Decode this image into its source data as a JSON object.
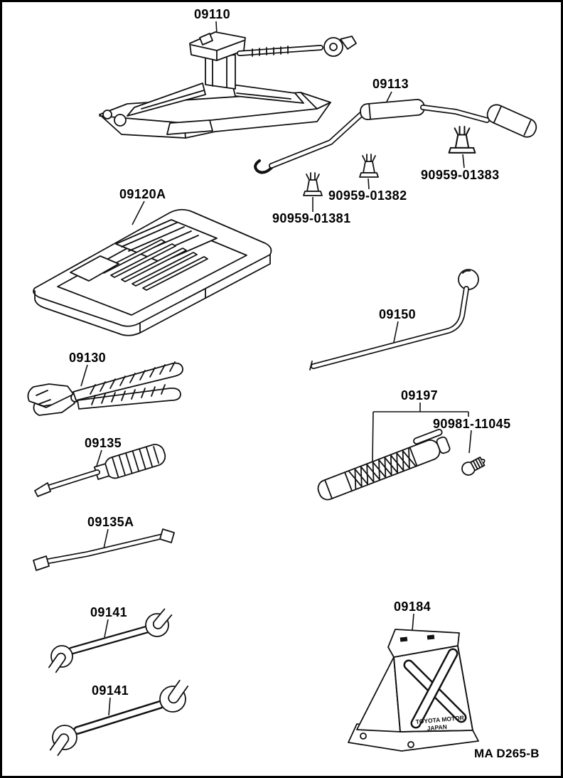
{
  "figure": {
    "drawing_code": "MA D265-B",
    "chock_text_line1": "TOYOTA MOTOR",
    "chock_text_line2": "JAPAN"
  },
  "labels": {
    "jack": "09110",
    "jack_handle": "09113",
    "clip_a": "90959-01381",
    "clip_b": "90959-01382",
    "clip_c": "90959-01383",
    "tool_tray": "09120A",
    "wheel_nut_wrench": "09150",
    "pliers": "09130",
    "flashlight": "09197",
    "bulb": "90981-11045",
    "screwdriver": "09135",
    "offset_screwdriver": "09135A",
    "wrench_1": "09141",
    "wrench_2": "09141",
    "wheel_chock": "09184"
  }
}
